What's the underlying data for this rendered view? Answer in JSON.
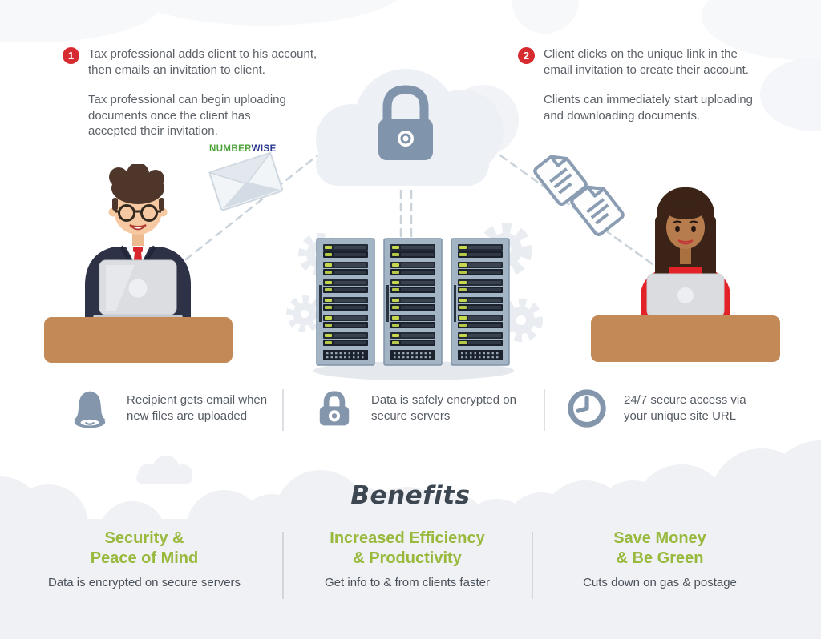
{
  "brand": {
    "logo_part1": "Number",
    "logo_part2": "Wise"
  },
  "steps": [
    {
      "number": "1",
      "paragraph1": "Tax professional adds client to his account,\nthen emails an invitation to client.",
      "paragraph2": "Tax professional can begin uploading\ndocuments once the client has\naccepted their invitation."
    },
    {
      "number": "2",
      "paragraph1": "Client clicks on the unique link in the\nemail invitation to create their account.",
      "paragraph2": "Clients can immediately start uploading\nand downloading documents."
    }
  ],
  "features": [
    {
      "icon": "bell-icon",
      "text": "Recipient gets email when\nnew files are uploaded"
    },
    {
      "icon": "lock-icon",
      "text": "Data is safely encrypted on\nsecure servers"
    },
    {
      "icon": "clock-icon",
      "text": "24/7 secure access via\nyour unique site URL"
    }
  ],
  "benefits": {
    "title": "Benefits",
    "items": [
      {
        "heading": "Security &\nPeace of Mind",
        "description": "Data is encrypted on secure servers"
      },
      {
        "heading": "Increased Efficiency\n& Productivity",
        "description": "Get info to & from clients faster"
      },
      {
        "heading": "Save Money\n& Be Green",
        "description": "Cuts down on gas & postage"
      }
    ]
  },
  "colors": {
    "step_badge_red": "#d52b31",
    "benefit_green": "#98b93c",
    "title_slate": "#3d4752",
    "icon_blue_gray": "#8396ab",
    "desk_tan": "#c38a58",
    "logo_green": "#4fa33c",
    "logo_blue": "#2b3a8e"
  }
}
